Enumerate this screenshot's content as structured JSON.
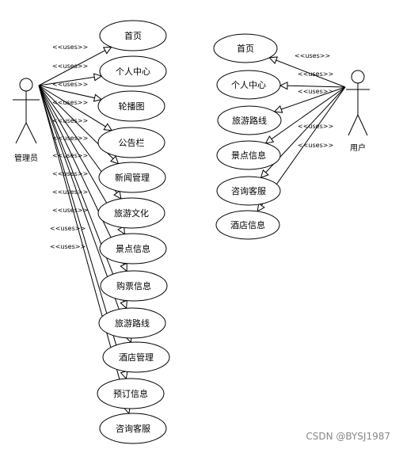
{
  "diagram": {
    "actors": [
      {
        "id": "admin",
        "label": "管理员"
      },
      {
        "id": "user",
        "label": "用户"
      }
    ],
    "stereotype": "<<uses>>",
    "use_cases": {
      "admin": [
        "首页",
        "个人中心",
        "轮播图",
        "公告栏",
        "新闻管理",
        "旅游文化",
        "景点信息",
        "购票信息",
        "旅游路线",
        "酒店管理",
        "预订信息",
        "咨询客服"
      ],
      "user": [
        "首页",
        "个人中心",
        "旅游路线",
        "景点信息",
        "咨询客服",
        "酒店信息"
      ]
    }
  },
  "watermark": "CSDN @BYSJ1987"
}
